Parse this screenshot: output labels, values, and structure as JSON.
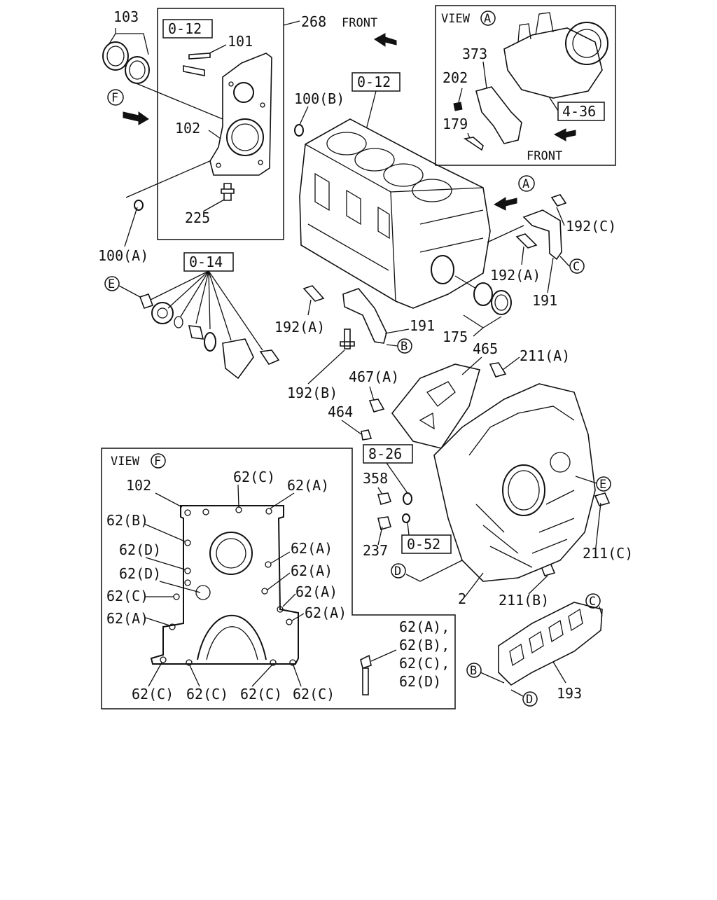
{
  "front_top": "FRONT",
  "front_view_a": "FRONT",
  "view_a_title": "VIEW",
  "view_f_title": "VIEW",
  "refs": {
    "r0_12_top": "0-12",
    "r0_12_block": "0-12",
    "r0_14": "0-14",
    "r4_36": "4-36",
    "r8_26": "8-26",
    "r0_52": "0-52"
  },
  "parts": {
    "p103": "103",
    "p101": "101",
    "p268": "268",
    "p102": "102",
    "p100b": "100(B)",
    "p225": "225",
    "p100a": "100(A)",
    "p373": "373",
    "p202": "202",
    "p179": "179",
    "p192c": "192(C)",
    "p192a_r": "192(A)",
    "p191_r": "191",
    "p175": "175",
    "p192a_l": "192(A)",
    "p191_l": "191",
    "p465": "465",
    "p211a": "211(A)",
    "p467a": "467(A)",
    "p464": "464",
    "p192b": "192(B)",
    "p358": "358",
    "p237": "237",
    "p211c": "211(C)",
    "p211b": "211(B)",
    "p2": "2",
    "p193": "193"
  },
  "view_f_labels": {
    "l102": "102",
    "l62c_top": "62(C)",
    "l62a_top": "62(A)",
    "l62b": "62(B)",
    "l62d_1": "62(D)",
    "l62a_1": "62(A)",
    "l62a_2": "62(A)",
    "l62d_2": "62(D)",
    "l62a_3": "62(A)",
    "l62c_left": "62(C)",
    "l62a_4": "62(A)",
    "l62a_left": "62(A)",
    "l62c_b1": "62(C)",
    "l62c_b2": "62(C)",
    "l62c_b3": "62(C)",
    "l62c_b4": "62(C)",
    "legend_a": "62(A),",
    "legend_b": "62(B),",
    "legend_c": "62(C),",
    "legend_d": "62(D)"
  },
  "callouts": {
    "F_main": "F",
    "F_view": "F",
    "A_main": "A",
    "A_view": "A",
    "C_right": "C",
    "C_193": "C",
    "B_191": "B",
    "B_193": "B",
    "E_left": "E",
    "E_right": "E",
    "D_main": "D",
    "D_193": "D"
  }
}
